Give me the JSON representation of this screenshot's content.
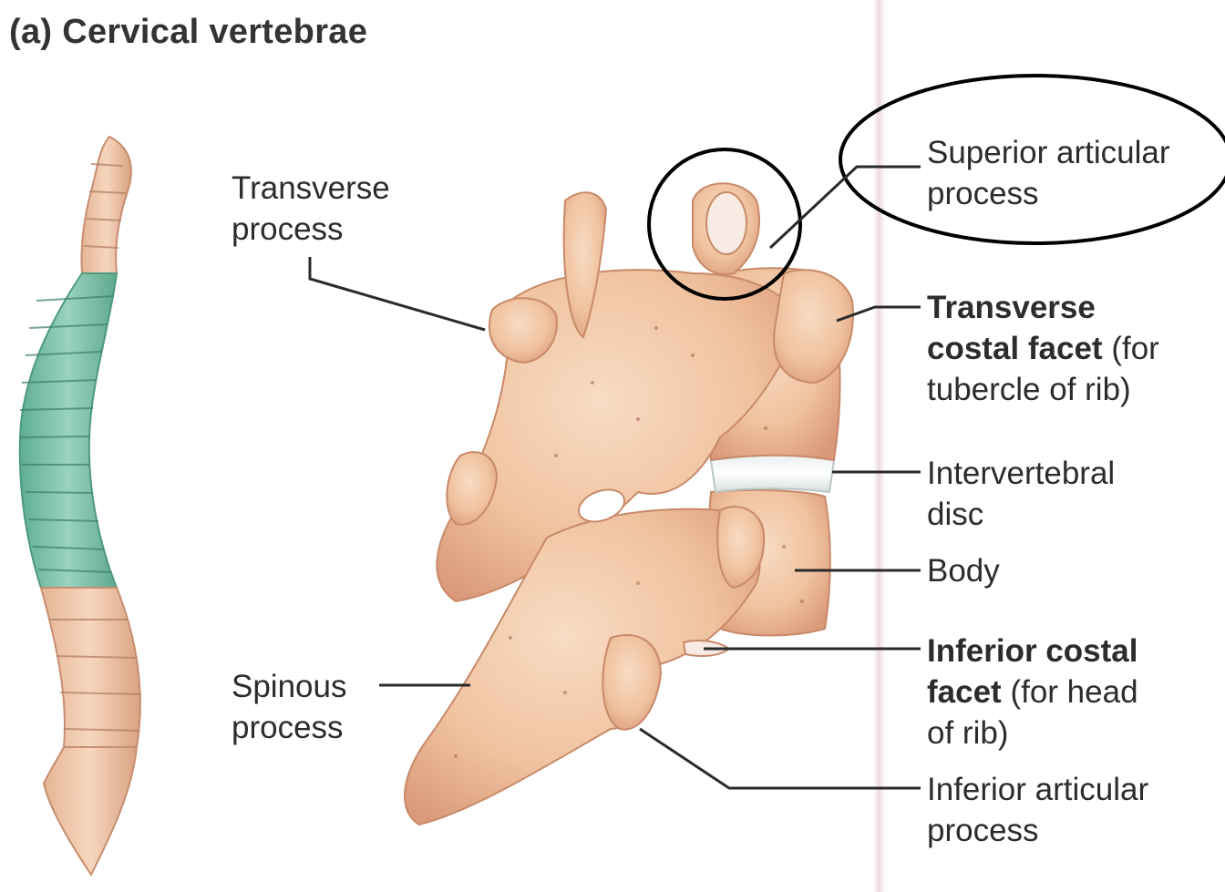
{
  "title": "(a) Cervical vertebrae",
  "labels": {
    "transverse_process": [
      "Transverse",
      "process"
    ],
    "superior_articular": [
      "Superior articular",
      "process"
    ],
    "transverse_costal": {
      "bold": [
        "Transverse",
        "costal facet"
      ],
      "normal": [
        " (for",
        "tubercle of rib)"
      ]
    },
    "intervertebral_disc": [
      "Intervertebral",
      "disc"
    ],
    "body": "Body",
    "inferior_costal": {
      "bold": [
        "Inferior costal",
        "facet"
      ],
      "normal": [
        " (for head",
        "of rib)"
      ]
    },
    "spinous_process": [
      "Spinous",
      "process"
    ],
    "inferior_articular": [
      "Inferior articular",
      "process"
    ]
  },
  "colors": {
    "bone": "#f2c7a5",
    "bone_shadow": "#d99a78",
    "highlight_region": "#7cc4a8",
    "leader": "#2a2a2a"
  }
}
